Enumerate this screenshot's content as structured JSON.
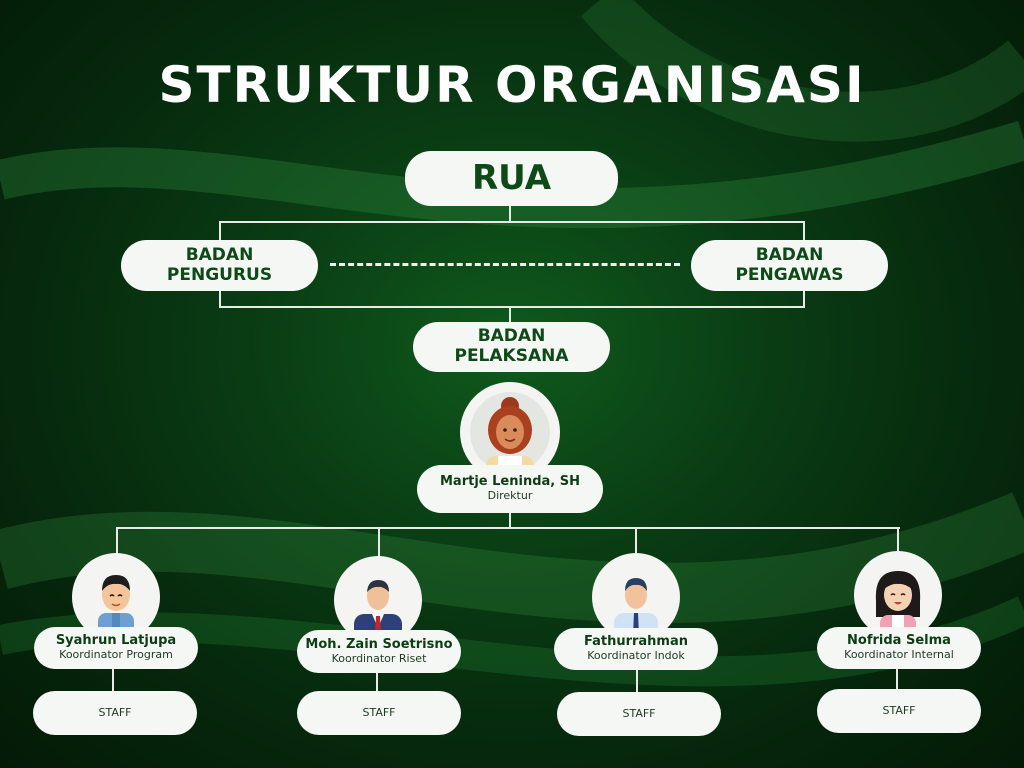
{
  "title": "STRUKTUR ORGANISASI",
  "top": {
    "label": "RUA"
  },
  "pengurus": {
    "line1": "BADAN",
    "line2": "PENGURUS"
  },
  "pengawas": {
    "line1": "BADAN",
    "line2": "PENGAWAS"
  },
  "pelaksana": {
    "line1": "BADAN",
    "line2": "PELAKSANA"
  },
  "director": {
    "name": "Martje Leninda, SH",
    "role": "Direktur",
    "icon": "woman-curly-hair-avatar"
  },
  "coordinators": [
    {
      "name": "Syahrun Latjupa",
      "role": "Koordinator Program",
      "staff": "STAFF",
      "icon": "man-worker-avatar"
    },
    {
      "name": "Moh. Zain Soetrisno",
      "role": "Koordinator Riset",
      "staff": "STAFF",
      "icon": "man-suit-avatar"
    },
    {
      "name": "Fathurrahman",
      "role": "Koordinator Indok",
      "staff": "STAFF",
      "icon": "man-shirt-tie-avatar"
    },
    {
      "name": "Nofrida Selma",
      "role": "Koordinator Internal",
      "staff": "STAFF",
      "icon": "woman-smiling-avatar"
    }
  ],
  "colors": {
    "background": "#0a3d14",
    "box": "#f5f7f4",
    "box_text": "#0d4a17",
    "lines": "#e8ece6"
  }
}
